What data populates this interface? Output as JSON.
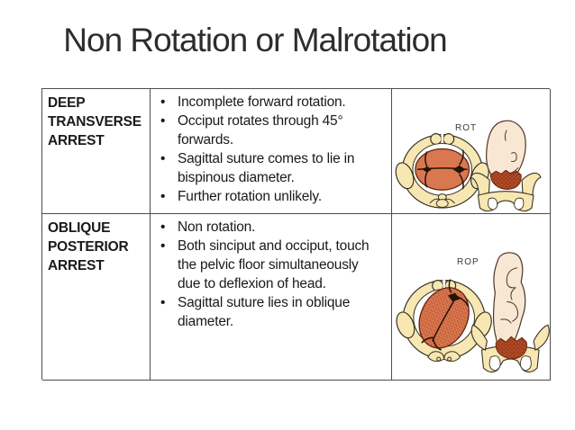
{
  "slide": {
    "title": "Non Rotation or Malrotation"
  },
  "table": {
    "rows": [
      {
        "label": "DEEP TRANSVERSE ARREST",
        "bullets": [
          "Incomplete forward rotation.",
          "Occiput rotates through 45° forwards.",
          "Sagittal suture comes to lie in bispinous diameter.",
          "Further rotation unlikely."
        ],
        "figure": {
          "label": "ROT"
        }
      },
      {
        "label": "OBLIQUE POSTERIOR ARREST",
        "bullets": [
          "Non rotation.",
          "Both sinciput and occiput, touch the pelvic floor simultaneously due to deflexion of head.",
          "Sagittal suture lies in oblique diameter."
        ],
        "figure": {
          "label": "ROP"
        }
      }
    ]
  },
  "colors": {
    "title_text": "#2d2d2d",
    "body_text": "#1a1a1a",
    "table_border": "#4d4d4d",
    "bone_fill": "#f6e7b3",
    "bone_outline": "#3b3322",
    "head_fill": "#d97850",
    "head_outline": "#5e2412",
    "suture_line": "#241309",
    "fetal_skin_fill": "#f8e7d2",
    "fetal_skin_outline": "#4c3526",
    "scalp_fill": "#b04a26",
    "background": "#ffffff"
  }
}
